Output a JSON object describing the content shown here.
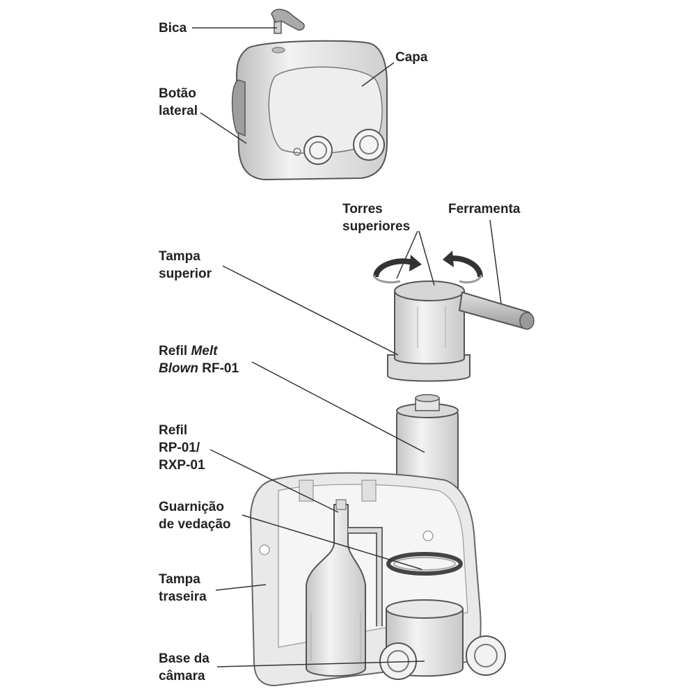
{
  "labels": {
    "bica": "Bica",
    "capa": "Capa",
    "botao_lateral": [
      "Botão",
      "lateral"
    ],
    "torres_superiores": [
      "Torres",
      "superiores"
    ],
    "ferramenta": "Ferramenta",
    "tampa_superior": [
      "Tampa",
      "superior"
    ],
    "refil_melt_blown": {
      "line1_a": "Refil ",
      "line1_b": "Melt",
      "line2_a": "Blown",
      "line2_b": " RF-01"
    },
    "refil_rp01": [
      "Refil",
      "RP-01/",
      "RXP-01"
    ],
    "guarnicao": [
      "Guarnição",
      "de vedação"
    ],
    "tampa_traseira": [
      "Tampa",
      "traseira"
    ],
    "base_camara": [
      "Base da",
      "câmara"
    ]
  },
  "colors": {
    "label_text": "#222222",
    "leader_line": "#333333",
    "part_fill": "#e6e6e6",
    "part_shade": "#bdbdbd",
    "outline": "#555555"
  }
}
